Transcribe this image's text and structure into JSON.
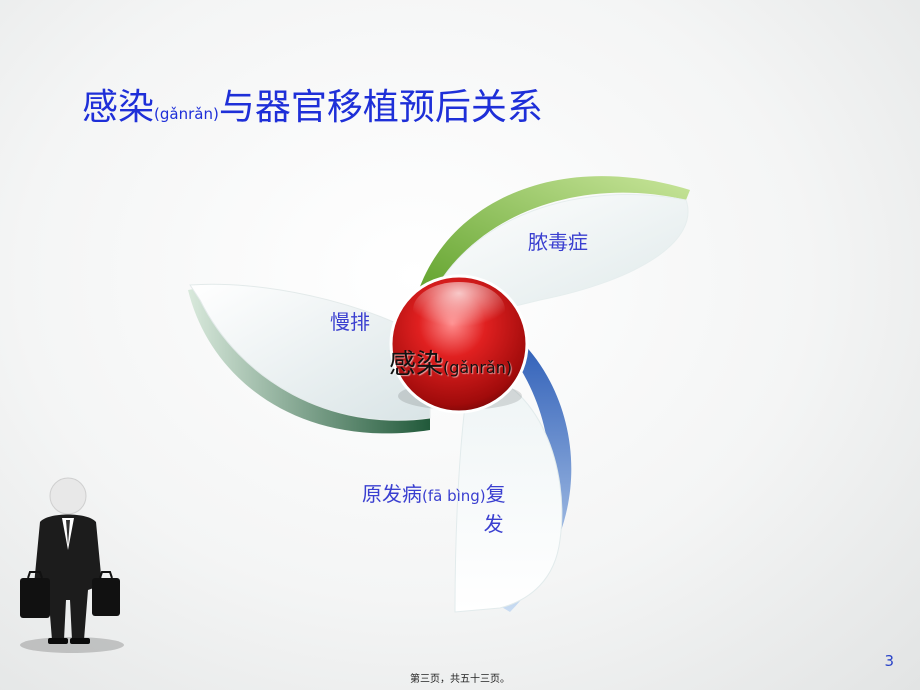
{
  "slide": {
    "title_main": "感染",
    "title_pinyin": "(gǎnrǎn)",
    "title_rest": "与器官移植预后关系",
    "center": {
      "text": "感染",
      "pinyin": "(gǎnrǎn)"
    },
    "petals": {
      "sepsis": "脓毒症",
      "rejection": "慢排",
      "relapse_part1": "原发病",
      "relapse_pinyin": "(fā bìng)",
      "relapse_part2": "复",
      "relapse_part3": "发"
    },
    "page_number": "3",
    "footer": "第三页，共五十三页。"
  },
  "colors": {
    "title": "#1e2fd8",
    "green_accent": "#8cc63e",
    "dark_green_accent": "#2f6b3c",
    "blue_accent": "#3d6fc9",
    "center_red": "#d61818"
  }
}
